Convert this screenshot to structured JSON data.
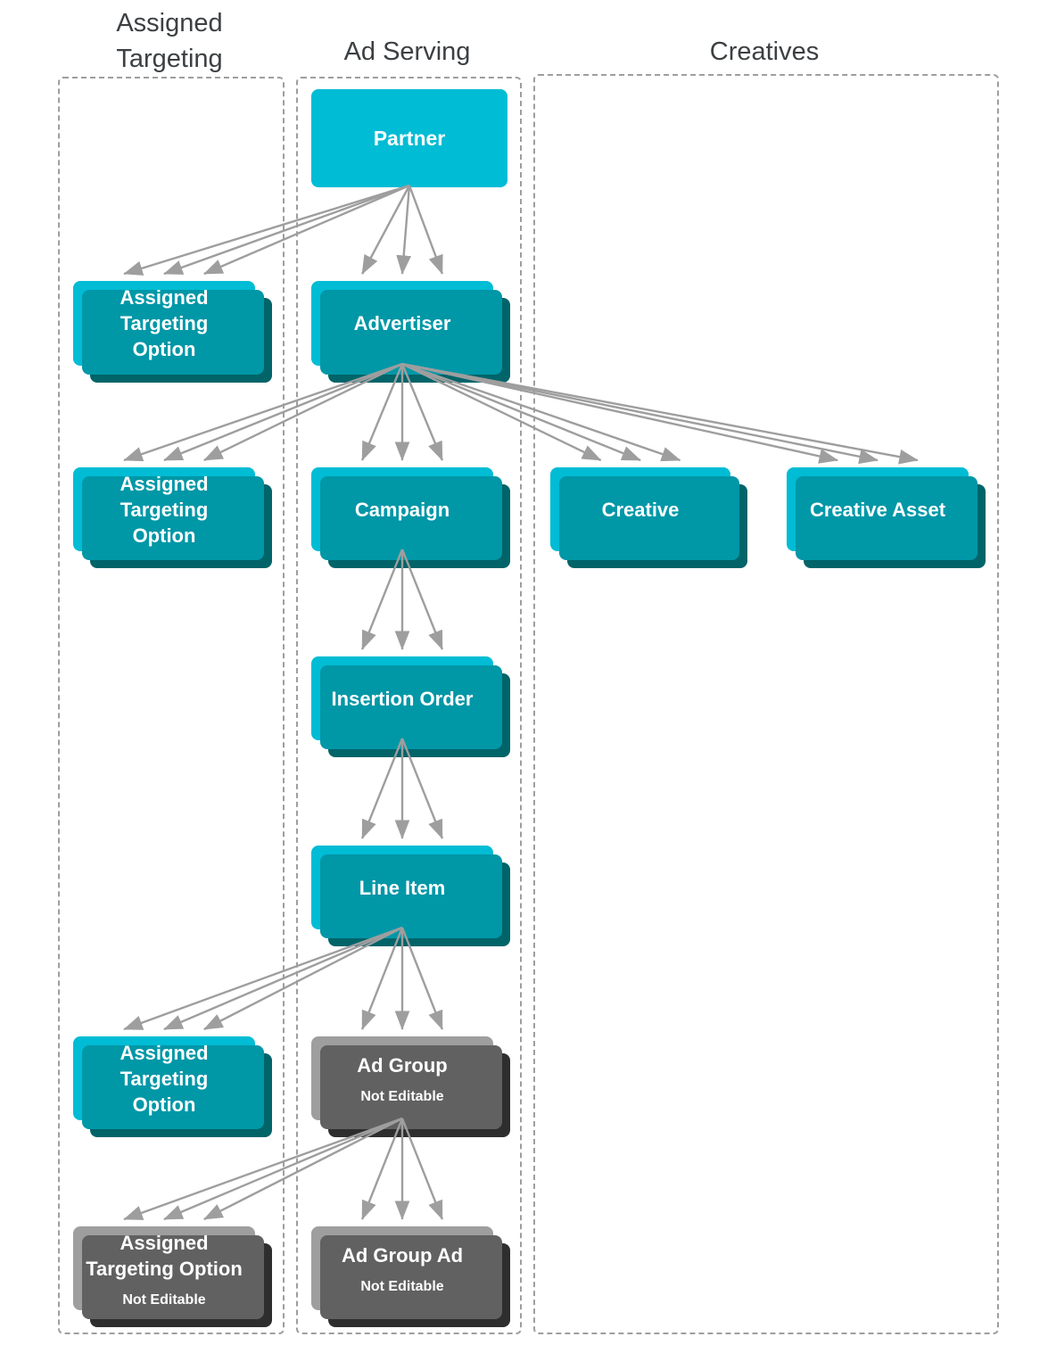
{
  "diagram": {
    "headers": {
      "left": "Assigned Targeting",
      "middle": "Ad Serving",
      "right": "Creatives"
    },
    "nodes": {
      "partner": {
        "label": "Partner",
        "editable": true
      },
      "ato_1": {
        "label": "Assigned Targeting Option",
        "editable": true
      },
      "advertiser": {
        "label": "Advertiser",
        "editable": true
      },
      "ato_2": {
        "label": "Assigned Targeting Option",
        "editable": true
      },
      "campaign": {
        "label": "Campaign",
        "editable": true
      },
      "creative": {
        "label": "Creative",
        "editable": true
      },
      "creative_asset": {
        "label": "Creative Asset",
        "editable": true
      },
      "insertion_order": {
        "label": "Insertion Order",
        "editable": true
      },
      "line_item": {
        "label": "Line Item",
        "editable": true
      },
      "ato_3": {
        "label": "Assigned Targeting Option",
        "editable": true
      },
      "ad_group": {
        "label": "Ad Group",
        "sublabel": "Not Editable",
        "editable": false
      },
      "ato_4": {
        "label": "Assigned Targeting Option",
        "sublabel": "Not Editable",
        "editable": false
      },
      "ad_group_ad": {
        "label": "Ad Group Ad",
        "sublabel": "Not Editable",
        "editable": false
      }
    },
    "edges": [
      {
        "from": "partner",
        "to": "ato_1"
      },
      {
        "from": "partner",
        "to": "advertiser"
      },
      {
        "from": "advertiser",
        "to": "ato_2"
      },
      {
        "from": "advertiser",
        "to": "campaign"
      },
      {
        "from": "advertiser",
        "to": "creative"
      },
      {
        "from": "advertiser",
        "to": "creative_asset"
      },
      {
        "from": "campaign",
        "to": "insertion_order"
      },
      {
        "from": "insertion_order",
        "to": "line_item"
      },
      {
        "from": "line_item",
        "to": "ato_3"
      },
      {
        "from": "line_item",
        "to": "ad_group"
      },
      {
        "from": "ad_group",
        "to": "ato_4"
      },
      {
        "from": "ad_group",
        "to": "ad_group_ad"
      }
    ]
  },
  "colors": {
    "box-cyan": "#00BCD4",
    "box-cyan-layer2": "#0097A7",
    "box-cyan-layer3": "#006469",
    "box-gray": "#9E9E9E",
    "box-gray-layer2": "#616161",
    "box-gray-layer3": "#2E2E2E",
    "box-text": "#FFFFFF",
    "arrow": "#9E9E9E",
    "header-text": "#3C4043",
    "dashed-border": "#9E9E9E"
  }
}
